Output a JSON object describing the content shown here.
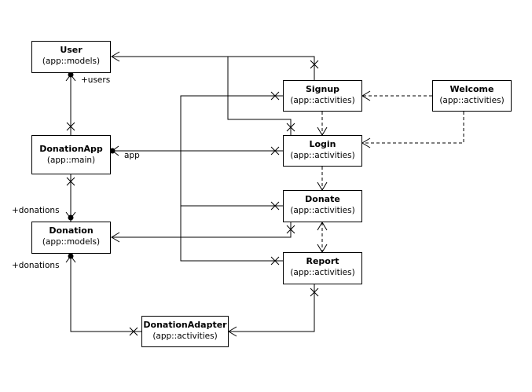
{
  "classes": {
    "user": {
      "name": "User",
      "package": "(app::models)"
    },
    "donation_app": {
      "name": "DonationApp",
      "package": "(app::main)"
    },
    "donation": {
      "name": "Donation",
      "package": "(app::models)"
    },
    "signup": {
      "name": "Signup",
      "package": "(app::activities)"
    },
    "welcome": {
      "name": "Welcome",
      "package": "(app::activities)"
    },
    "login": {
      "name": "Login",
      "package": "(app::activities)"
    },
    "donate": {
      "name": "Donate",
      "package": "(app::activities)"
    },
    "report": {
      "name": "Report",
      "package": "(app::activities)"
    },
    "donation_adapter": {
      "name": "DonationAdapter",
      "package": "(app::activities)"
    }
  },
  "labels": {
    "users": "+users",
    "app": "app",
    "donations_top": "+donations",
    "donations_bottom": "+donations"
  }
}
